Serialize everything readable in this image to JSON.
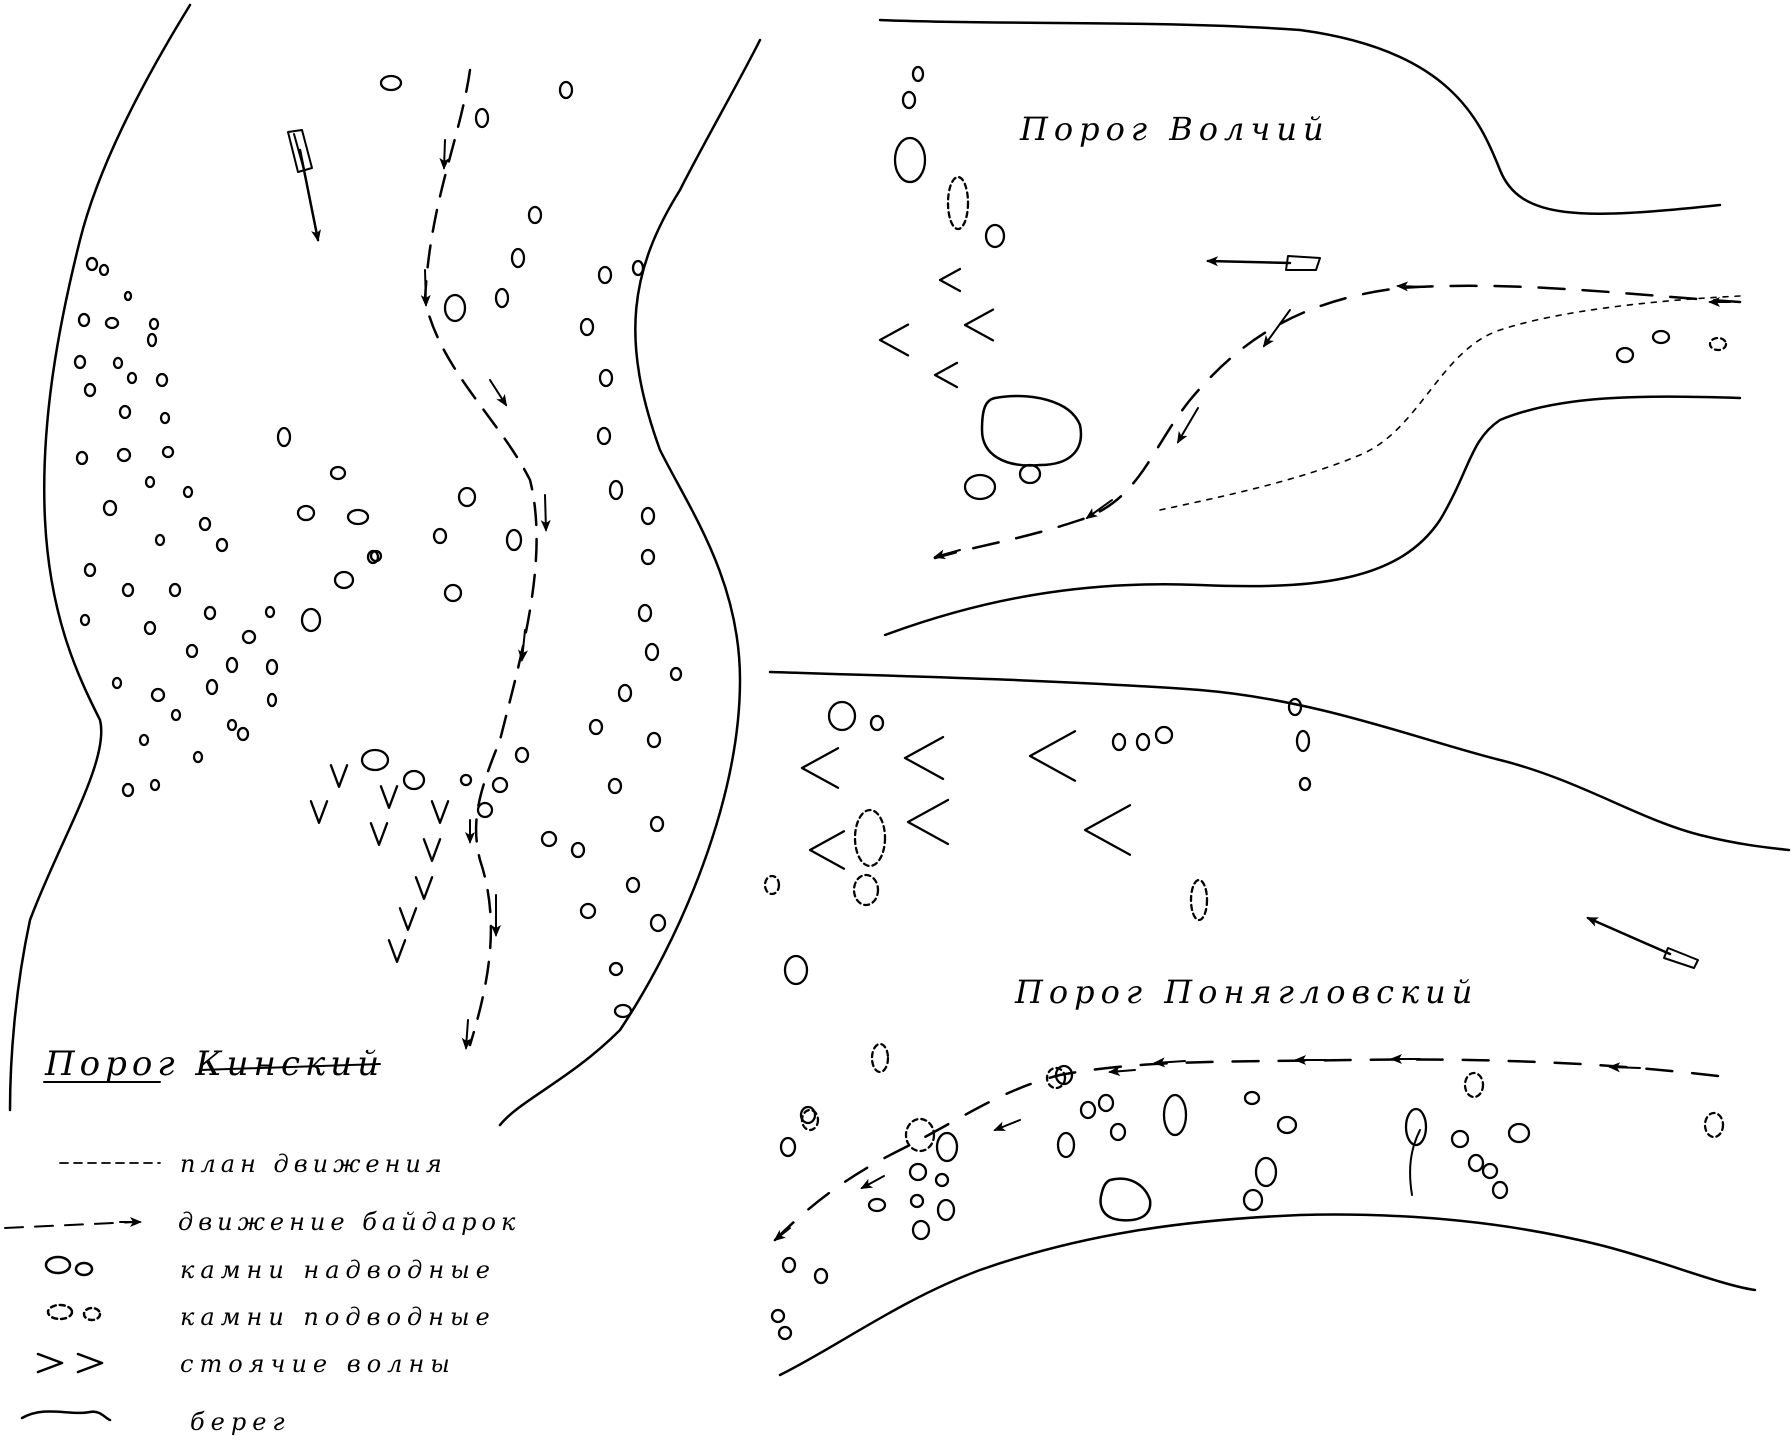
{
  "panels": {
    "kinsky": {
      "title": "Порог Кинский"
    },
    "volchiy": {
      "title": "Порог Волчий"
    },
    "ponyalovsky": {
      "title": "Порог Понягловский"
    }
  },
  "legend": {
    "items": [
      {
        "symbol": "dashed-line",
        "label": "план движения"
      },
      {
        "symbol": "dashed-arrow",
        "label": "движение байдарок"
      },
      {
        "symbol": "solid-ovals",
        "label": "камни надводные"
      },
      {
        "symbol": "dashed-ovals",
        "label": "камни подводные"
      },
      {
        "symbol": "chevrons",
        "label": "стоячие волны"
      },
      {
        "symbol": "wavy-line",
        "label": "берег"
      }
    ]
  },
  "colors": {
    "ink": "#000000",
    "paper": "#ffffff"
  }
}
